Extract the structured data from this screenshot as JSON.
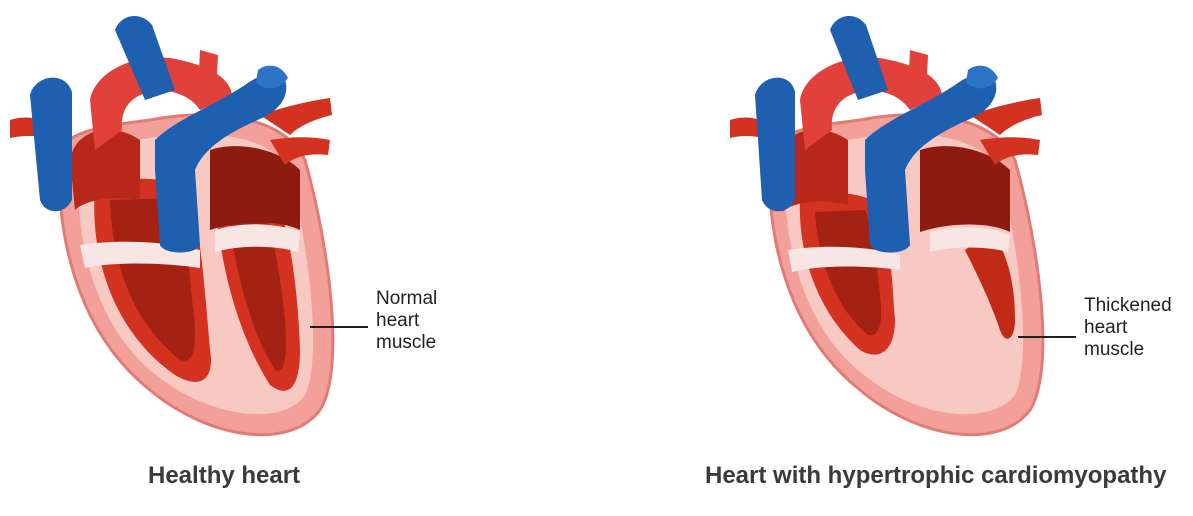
{
  "left_panel": {
    "label_lines": [
      "Normal",
      "heart",
      "muscle"
    ],
    "caption": "Healthy heart"
  },
  "right_panel": {
    "label_lines": [
      "Thickened",
      "heart",
      "muscle"
    ],
    "caption": "Heart with hypertrophic cardiomyopathy"
  },
  "colors": {
    "vein_blue": "#1f5fb0",
    "artery_red": "#e2403a",
    "chamber_dark": "#8e1b10",
    "muscle_pink": "#f3a09a",
    "muscle_inner": "#f8c9c3"
  }
}
